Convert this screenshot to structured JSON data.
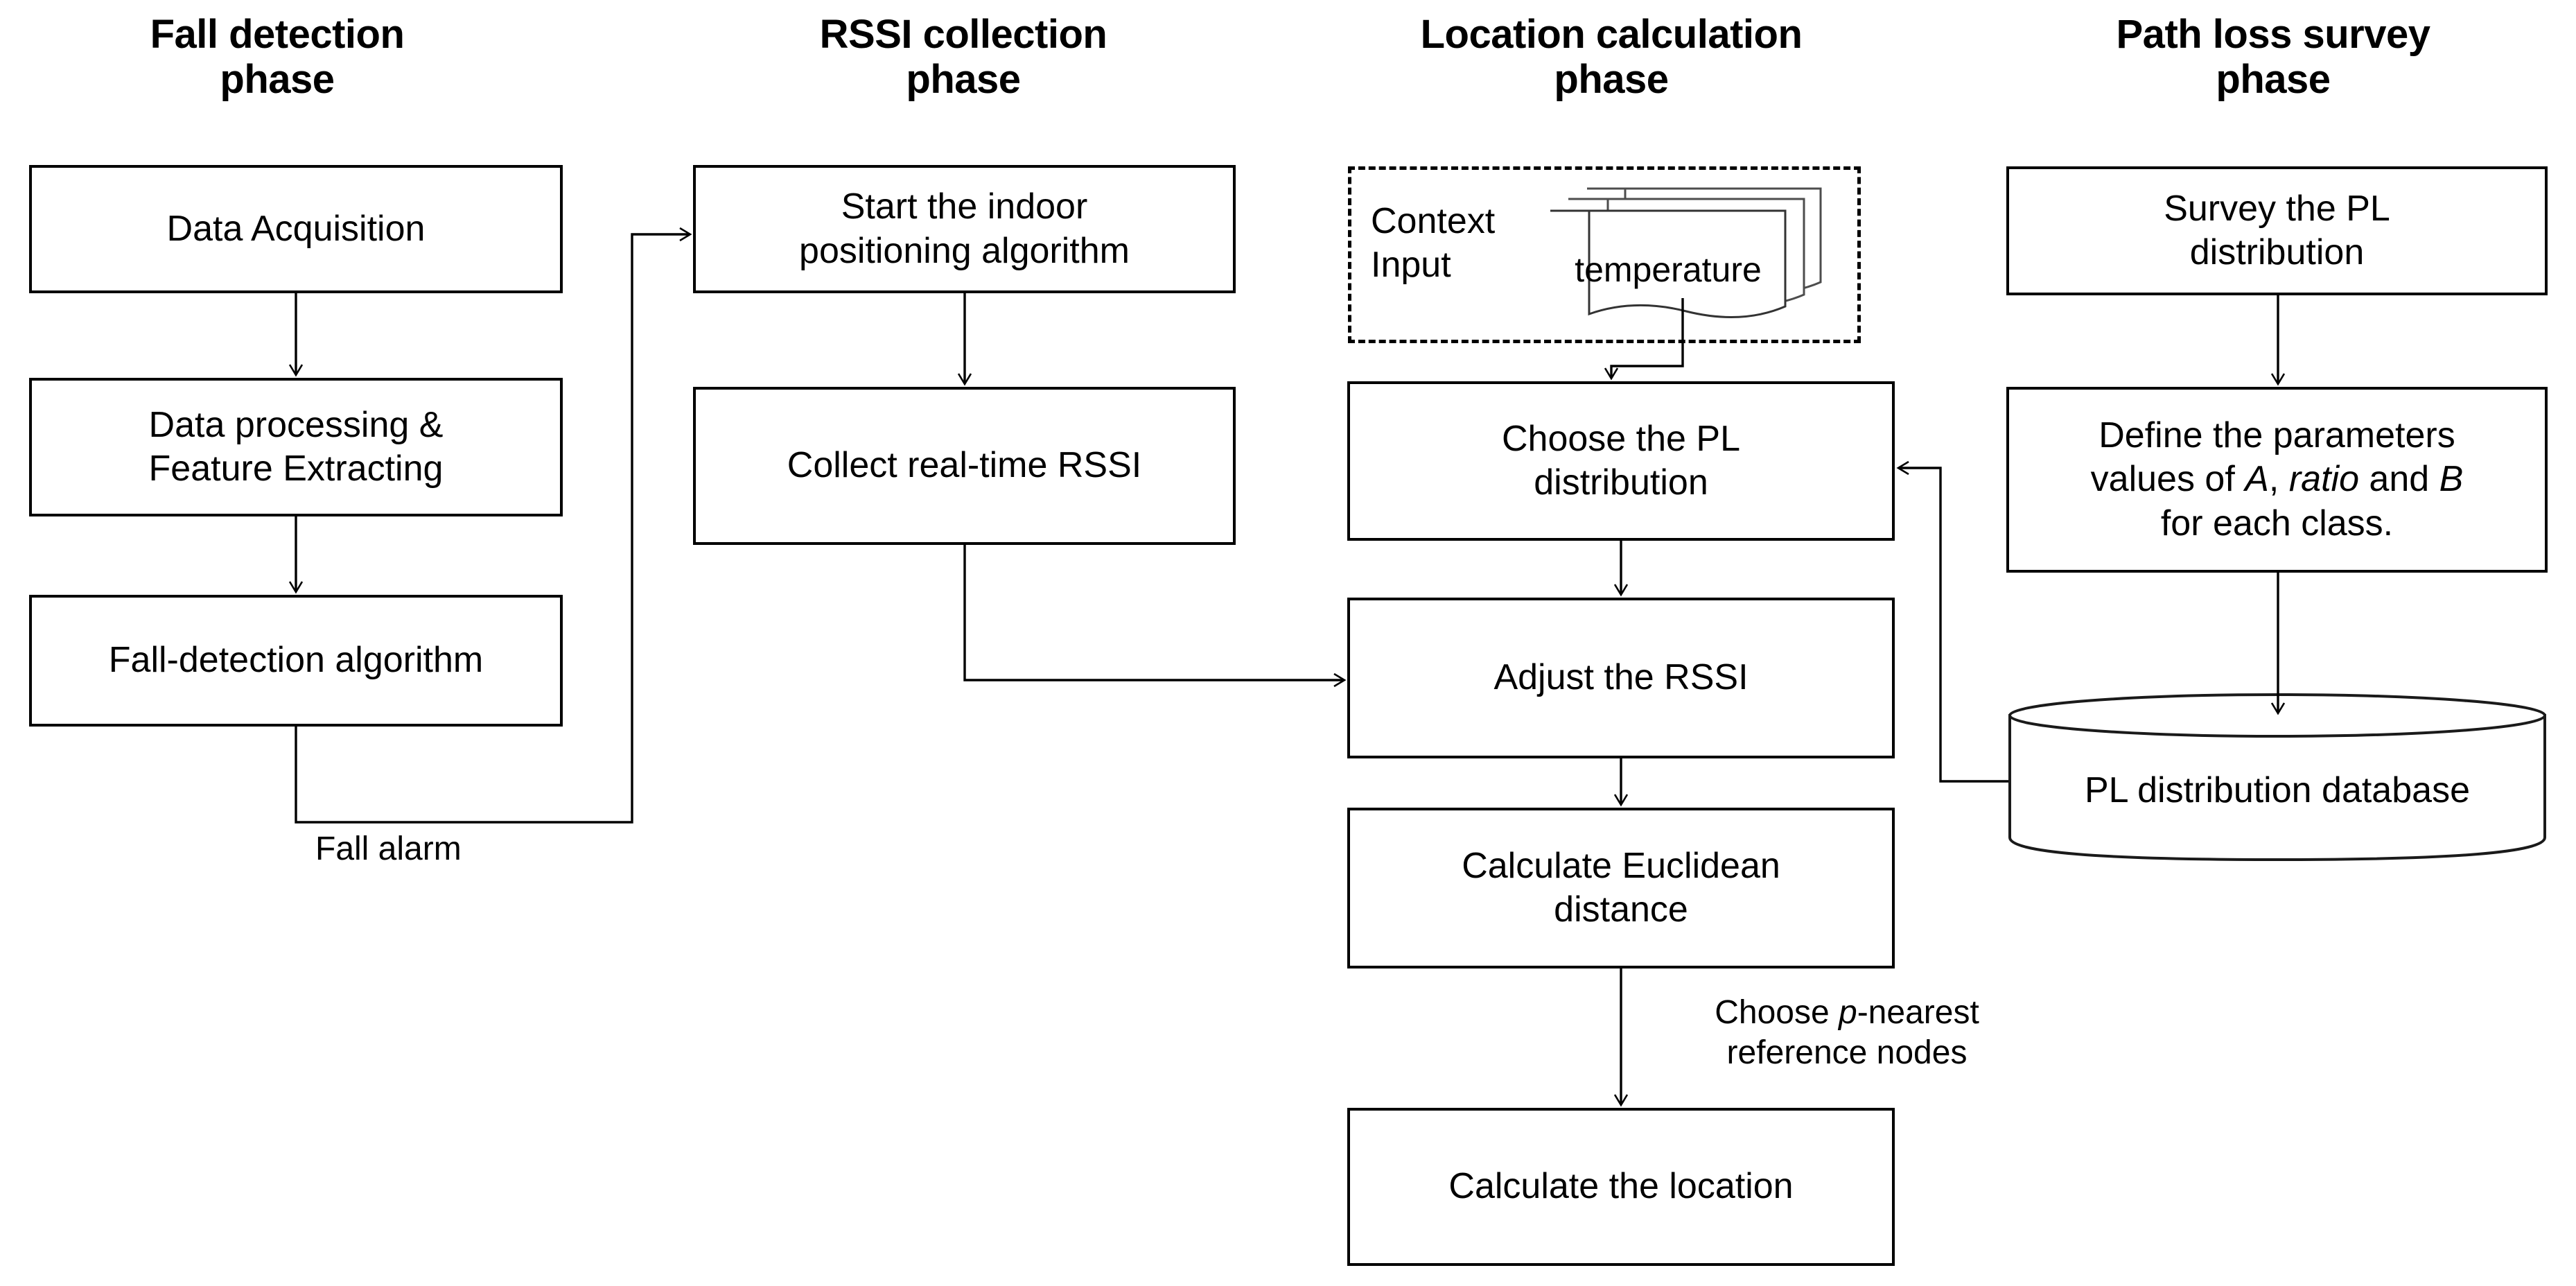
{
  "diagram": {
    "title": "Context-aware indoor positioning and fall detection flowchart",
    "background_color": "#ffffff",
    "line_color": "#000000",
    "columns": [
      {
        "id": "fall-detection",
        "title": "Fall detection\nphase"
      },
      {
        "id": "rssi-collection",
        "title": "RSSI collection\nphase"
      },
      {
        "id": "location-calculation",
        "title": "Location calculation\nphase"
      },
      {
        "id": "path-loss-survey",
        "title": "Path loss survey\nphase"
      }
    ],
    "nodes": {
      "data_acquisition": "Data Acquisition",
      "data_processing": "Data processing &\nFeature Extracting",
      "fall_algorithm": "Fall-detection  algorithm",
      "start_indoor": "Start the indoor\npositioning algorithm",
      "collect_rssi": "Collect real-time RSSI",
      "context_input": "Context\nInput",
      "context_document": "temperature",
      "choose_pl": "Choose the PL\ndistribution",
      "adjust_rssi": "Adjust the RSSI",
      "calc_euclidean": "Calculate Euclidean\ndistance",
      "calc_location": "Calculate the location",
      "survey_pl": "Survey the PL\ndistribution",
      "define_params_part1": "Define the parameters\nvalues of ",
      "define_params_A": "A",
      "define_params_sep1": ", ",
      "define_params_ratio": "ratio",
      "define_params_sep2": " and ",
      "define_params_B": "B",
      "define_params_part2": "\nfor each class.",
      "pl_database": "PL distribution database"
    },
    "edge_labels": {
      "fall_alarm": "Fall alarm",
      "p_nearest_pre": "Choose ",
      "p_nearest_var": "p",
      "p_nearest_post": "-nearest\nreference nodes"
    }
  }
}
